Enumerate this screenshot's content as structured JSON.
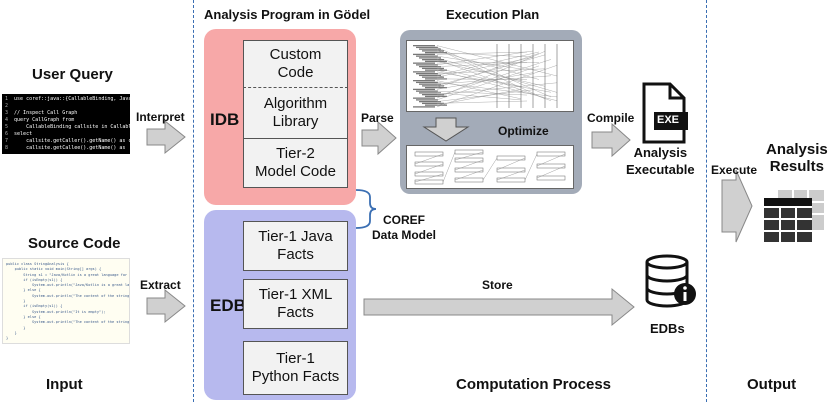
{
  "section_titles": {
    "analysis_program": "Analysis Program in Gödel",
    "execution_plan": "Execution Plan"
  },
  "column_labels": {
    "input": "Input",
    "computation": "Computation Process",
    "output": "Output"
  },
  "user_query": {
    "title": "User Query",
    "code_lines": [
      {
        "n": "1",
        "text": "use coref::java::{CallableBinding, JavaDB}"
      },
      {
        "n": "2",
        "text": ""
      },
      {
        "n": "3",
        "text": "// Inspect Call Graph"
      },
      {
        "n": "4",
        "text": "query CallGraph from"
      },
      {
        "n": "5",
        "text": "    CallableBinding callsite in CallableBinding..."
      },
      {
        "n": "6",
        "text": "select"
      },
      {
        "n": "7",
        "text": "    callsite.getCaller().getName() as caller,"
      },
      {
        "n": "8",
        "text": "    callsite.getCallee().getName() as"
      }
    ]
  },
  "source_code": {
    "title": "Source Code",
    "lines": [
      "public class StringAnalysis {",
      "    public static void main(String[] args) {",
      "        String s1 = \"Java/Kotlin is a great language for program analysis\";",
      "        if (isEmpty(s1)) {",
      "            System.out.println(\"Java/Kotlin is a great language for program analysis\");",
      "        } else {",
      "            System.out.println(\"The content of the string is not equal\");",
      "        }",
      "        if (isEmpty(s1)) {",
      "            System.out.println(\"It is empty\");",
      "        } else {",
      "            System.out.println(\"The content of the string is not equal\");",
      "        }",
      "    }",
      "}"
    ]
  },
  "arrows": {
    "interpret": "Interpret",
    "extract": "Extract",
    "parse": "Parse",
    "optimize": "Optimize",
    "compile": "Compile",
    "store": "Store",
    "execute": "Execute"
  },
  "idb": {
    "label": "IDB",
    "boxes": [
      "Custom\nCode",
      "Algorithm\nLibrary",
      "Tier-2\nModel Code"
    ]
  },
  "edb": {
    "label": "EDB",
    "boxes": [
      "Tier-1 Java\nFacts",
      "Tier-1 XML\nFacts",
      "Tier-1\nPython Facts"
    ]
  },
  "coref_label": "COREF\nData Model",
  "analysis_executable": {
    "label": "Analysis\nExecutable",
    "file_tag": "EXE"
  },
  "edbs_label": "EDBs",
  "analysis_results": "Analysis\nResults",
  "colors": {
    "idb_bg": "#f7a8a8",
    "edb_bg": "#b7b9ee",
    "plan_bg": "#a3abb8",
    "divider": "#3b6fb3",
    "arrow": "#d0d0d0"
  }
}
